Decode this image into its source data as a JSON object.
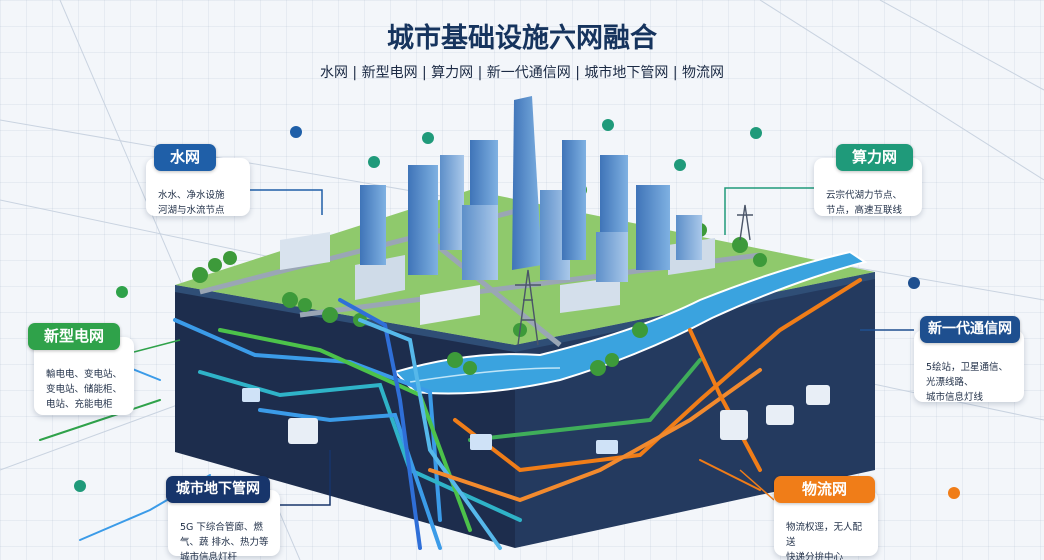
{
  "title": "城市基础设施六网融合",
  "subtitle": "水网 | 新型电网 | 算力网 | 新一代通信网 | 城市地下管网 | 物流网",
  "networks": {
    "water": {
      "name": "水网",
      "desc": "水水、净水设施\n河湖与水流节点"
    },
    "compute": {
      "name": "算力网",
      "desc": "云宗代湖力节点、\n节点，高速互联线"
    },
    "power": {
      "name": "新型电网",
      "desc": "輸电电、变电站、\n变电站、储能柜、\n电站、充能电柜"
    },
    "comm": {
      "name": "新一代通信网",
      "desc": "5绘站，卫星通信、\n光漂线路、\n城市信息灯线"
    },
    "pipe": {
      "name": "城市地下管网",
      "desc": "5G 下综合管廊、燃\n气、蔬 排水、热力等\n城市信息灯杆"
    },
    "logi": {
      "name": "物流网",
      "desc": "物流权逕，无人配送\n快递分拚中心\n运输线路"
    }
  },
  "colors": {
    "water": "#1f5fa8",
    "compute": "#1f9a7a",
    "power": "#2fa24a",
    "comm": "#1e4f8f",
    "pipe": "#17356b",
    "logi": "#f07d18",
    "block_side": "#1c2b4a",
    "grass": "#5fb848",
    "river": "#3aa3df"
  }
}
